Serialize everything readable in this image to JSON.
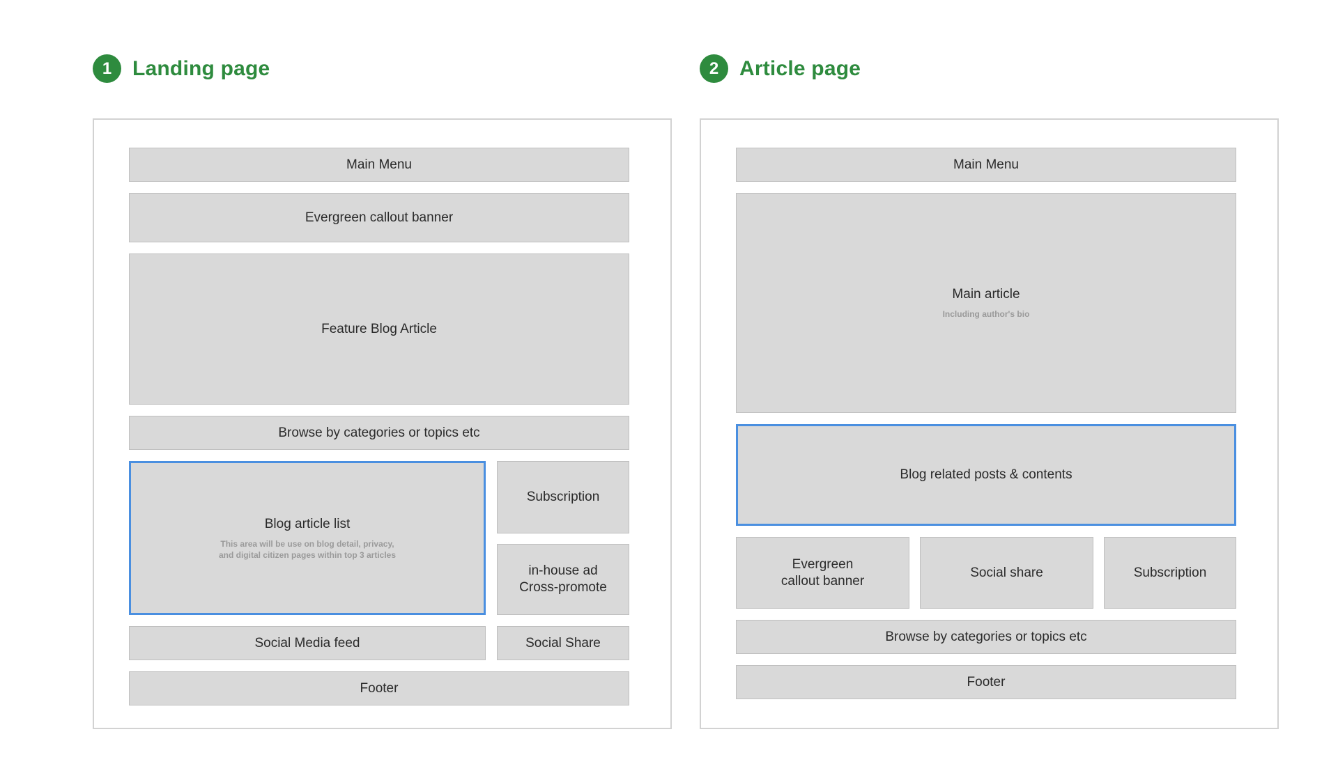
{
  "colors": {
    "accent": "#2e8b3e",
    "highlight": "#4a8fe0",
    "block_fill": "#d9d9d9"
  },
  "landing": {
    "number": "1",
    "title": "Landing page",
    "blocks": {
      "main_menu": "Main Menu",
      "evergreen_banner": "Evergreen callout banner",
      "feature_article": "Feature Blog Article",
      "browse": "Browse by categories or topics etc",
      "article_list": "Blog article list",
      "article_list_note": "This area will be use on blog detail, privacy,\nand digital citizen pages within top 3 articles",
      "subscription": "Subscription",
      "inhouse_ad": "in-house ad\nCross-promote",
      "social_feed": "Social Media feed",
      "social_share": "Social Share",
      "footer": "Footer"
    }
  },
  "article": {
    "number": "2",
    "title": "Article page",
    "blocks": {
      "main_menu": "Main Menu",
      "main_article": "Main article",
      "main_article_note": "Including author's bio",
      "related_posts": "Blog related posts & contents",
      "evergreen_banner": "Evergreen\ncallout banner",
      "social_share": "Social share",
      "subscription": "Subscription",
      "browse": "Browse by categories or topics etc",
      "footer": "Footer"
    }
  }
}
